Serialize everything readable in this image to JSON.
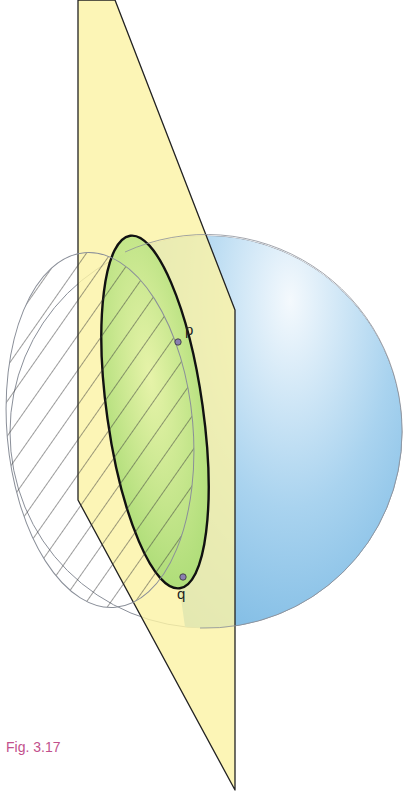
{
  "diagram": {
    "caption": "Fig. 3.17",
    "labels": [
      "p",
      "q"
    ]
  }
}
